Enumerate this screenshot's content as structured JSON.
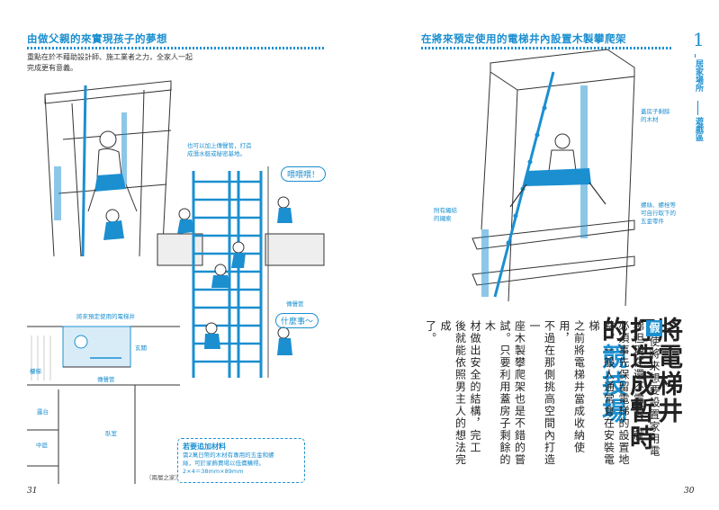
{
  "left": {
    "section_title": "由做父親的來實現孩子的夢想",
    "intro_line1": "重點在於不藉助設計師、施工業者之力，全家人一起",
    "intro_line2": "完成更有意義。",
    "ann_pipe_top_1": "也可以加上傳聲管，打造",
    "ann_pipe_top_2": "成潛水艇或秘密基地。",
    "bubble_1": "喂喂喂！",
    "ann_pipe": "傳聲管",
    "bubble_2": "什麼事～",
    "plan_title": "將來預定使用的電梯井",
    "plan_stair": "樓梯",
    "plan_pipe": "傳聲管",
    "plan_hall": "玄關",
    "plan_balcony": "露台",
    "plan_bedroom": "臥室",
    "plan_courtyard": "中庭",
    "plan_caption": "（兩層之家）",
    "box_title": "若要追加材料",
    "box_line1": "需2萬日幣的木材有專用的五金和螺",
    "box_line2": "絲，可於家飾賣場以低價購得。",
    "box_line3": "2×4＝38mm×89mm",
    "page_number": "31"
  },
  "right": {
    "section_title": "在將來預定使用的電梯井內設置木製攀爬架",
    "ann_wood_1": "蓋房子剩餘",
    "ann_wood_2": "的木材",
    "ann_rope_1": "附有繩結",
    "ann_rope_2": "的繩索",
    "ann_screw_1": "螺絲、螺栓等",
    "ann_screw_2": "可自行取下的",
    "ann_screw_3": "五金零件",
    "chapter_number": "1",
    "chapter_label": "居家場所",
    "chapter_sub": "遊戲區",
    "heading_col1": "將電梯井",
    "heading_col2": "打造成暫時",
    "heading_col3_a": "的",
    "heading_col3_b": "競技場",
    "dropcap": "假",
    "body_col1_rest": "使將來想要設置家用電",
    "body_col2": "梯但現在還不需要，就",
    "body_col3": "必須事先保留電梯的設置地",
    "body_col4": "點。一般人通常會在安裝電梯",
    "body_col5": "之前將電梯井當成收納使用，",
    "body_col6": "不過在那側挑高空間內打造一",
    "body_col7": "座木製攀爬架也是不錯的嘗",
    "body_col8": "試。只要利用蓋房子剩餘的木",
    "body_col9": "材做出安全的結構，完工",
    "body_col10": "後就能依照男主人的想法完成",
    "body_col11": "了。",
    "page_number": "30"
  }
}
